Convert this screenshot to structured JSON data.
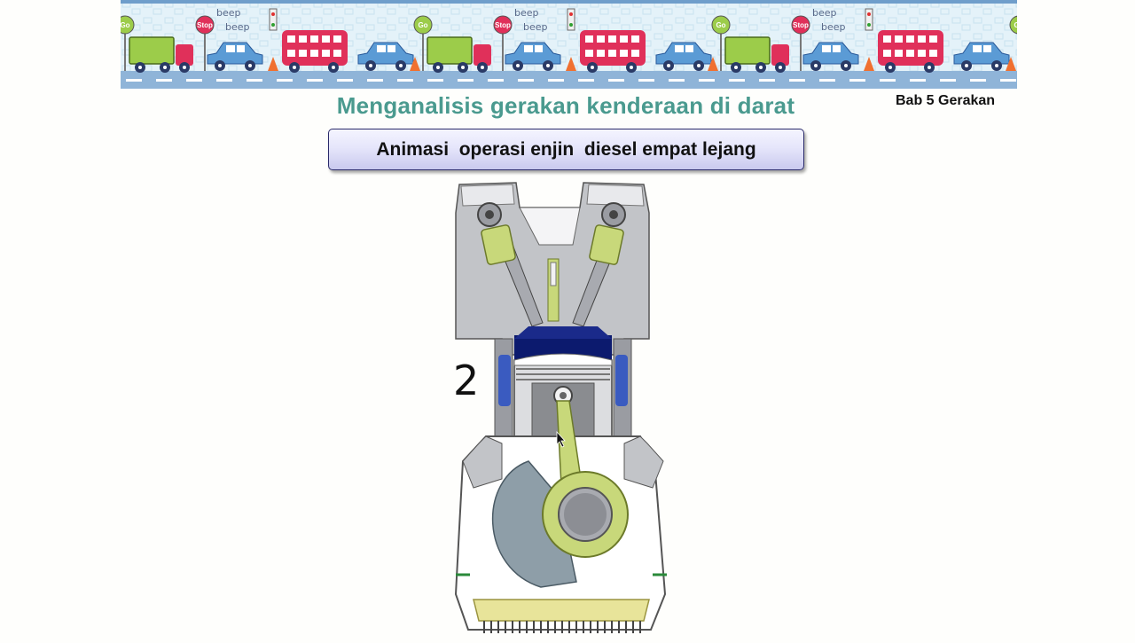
{
  "header": {
    "banner_texts": {
      "stop": "Stop",
      "go": "Go",
      "beep": "beep"
    },
    "title": "Menganalisis gerakan kenderaan di darat",
    "chapter": "Bab 5 Gerakan"
  },
  "animation": {
    "subtitle": "Animasi  operasi enjin  diesel empat lejang",
    "stroke_number": "2"
  },
  "colors": {
    "title": "#4a9a8f",
    "banner_sky": "#dff0f8",
    "road": "#8fb4d8",
    "truck": "#9ccc4a",
    "bus": "#e0305a",
    "car": "#5b9bd5",
    "engine_block": "#c2c4c8",
    "piston_crown": "#0c1a6e",
    "cylinder_water": "#3a5bc0",
    "conrod": "#c8d87a",
    "crank_web": "#8e9ea8",
    "oil": "#e8e49a"
  }
}
